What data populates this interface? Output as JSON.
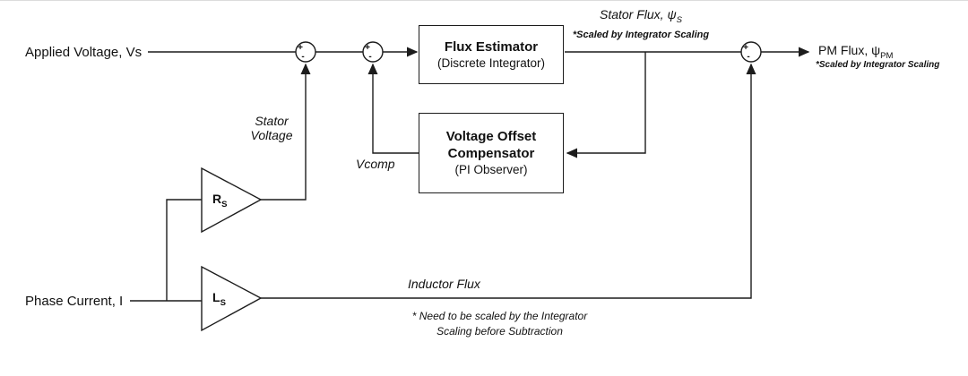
{
  "labels": {
    "applied_voltage": "Applied Voltage, Vs",
    "phase_current": "Phase Current, I",
    "stator_voltage_line1": "Stator",
    "stator_voltage_line2": "Voltage",
    "vcomp": "Vcomp",
    "inductor_flux": "Inductor Flux",
    "stator_flux_main": "Stator Flux, ψ",
    "stator_flux_sub": "S",
    "stator_flux_note": "*Scaled by Integrator Scaling",
    "pm_flux_main": "PM Flux, ψ",
    "pm_flux_sub": "PM",
    "pm_flux_note": "*Scaled by Integrator Scaling",
    "bottom_note_line1": "* Need to be scaled by the Integrator",
    "bottom_note_line2": "Scaling before Subtraction"
  },
  "blocks": {
    "flux_estimator": {
      "title": "Flux Estimator",
      "subtitle": "(Discrete Integrator)"
    },
    "voltage_offset_compensator": {
      "title_line1": "Voltage Offset",
      "title_line2": "Compensator",
      "subtitle": "(PI Observer)"
    },
    "gain_rs": {
      "symbol": "R",
      "sub": "S"
    },
    "gain_ls": {
      "symbol": "L",
      "sub": "S"
    }
  },
  "summing_junctions": [
    {
      "plus": "+",
      "minus": "-"
    },
    {
      "plus": "+",
      "minus": "-"
    },
    {
      "plus": "+",
      "minus": "-"
    }
  ],
  "colors": {
    "line": "#1c1c1c",
    "text": "#111111",
    "background": "#ffffff"
  }
}
